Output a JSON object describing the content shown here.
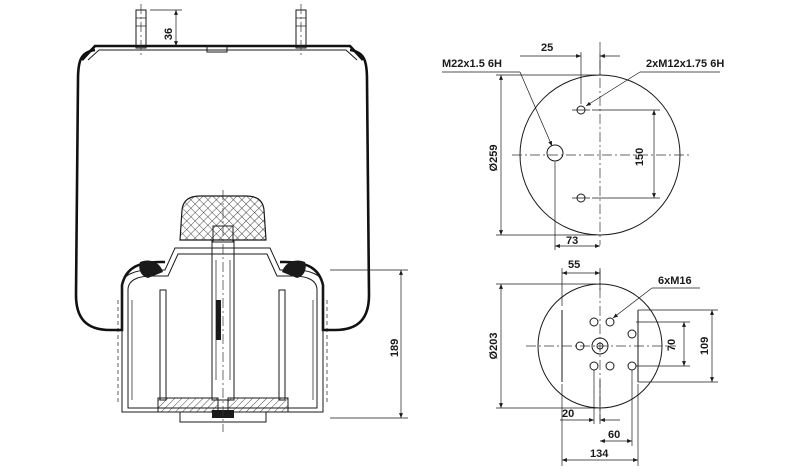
{
  "side_view": {
    "dim_stud_height": "36",
    "dim_height": "189"
  },
  "top_plate": {
    "label_center_thread": "M22x1.5 6H",
    "label_stud_threads": "2xM12x1.75 6H",
    "dim_offset": "25",
    "dim_diameter": "Ø259",
    "dim_stud_spacing": "150",
    "dim_73": "73"
  },
  "bottom_plate": {
    "dim_55": "55",
    "label_bolts": "6xM16",
    "dim_diameter": "Ø203",
    "dim_70": "70",
    "dim_109": "109",
    "dim_20": "20",
    "dim_60": "60",
    "dim_134": "134"
  }
}
